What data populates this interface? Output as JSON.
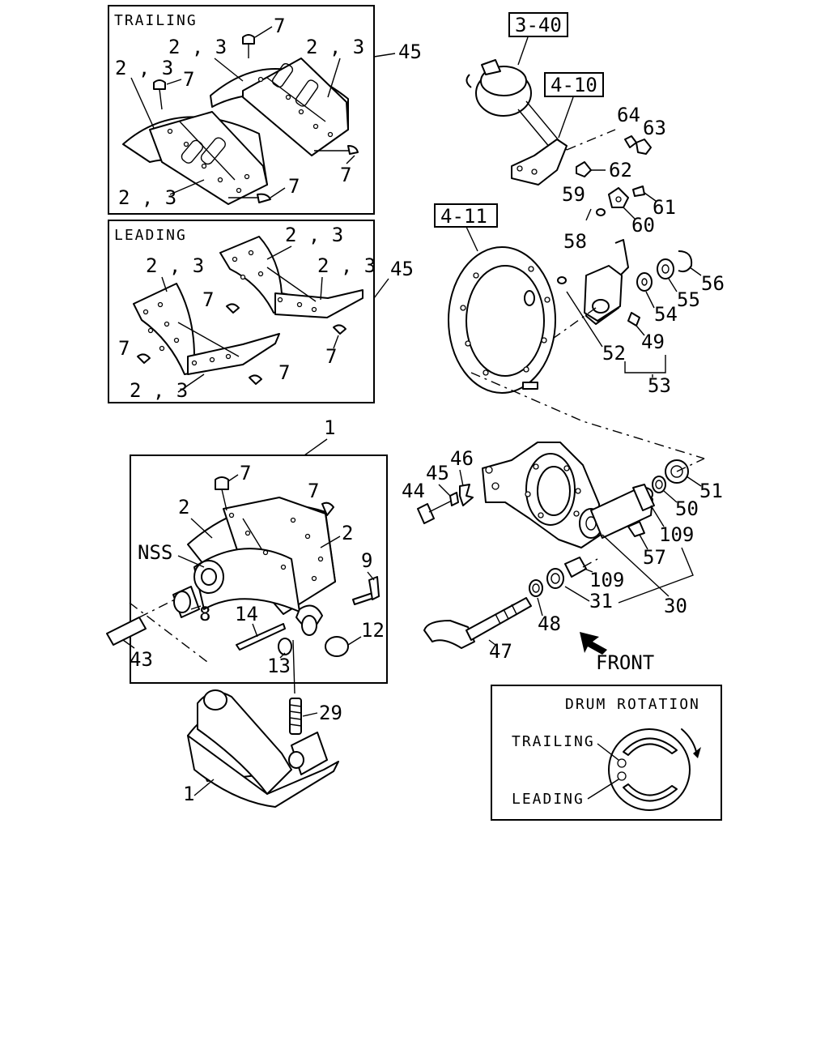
{
  "panels": {
    "trailing_title": "TRAILING",
    "leading_title": "LEADING",
    "drum_title": "DRUM ROTATION",
    "drum_trailing": "TRAILING",
    "drum_leading": "LEADING"
  },
  "refs": {
    "r3_40": "3-40",
    "r4_10": "4-10",
    "r4_11": "4-11"
  },
  "labels": {
    "front": "FRONT",
    "nss": "NSS",
    "p23": "2 , 3",
    "p45": "45",
    "p1": "1",
    "p2": "2",
    "p7": "7",
    "p8": "8",
    "p9": "9",
    "p12": "12",
    "p13": "13",
    "p14": "14",
    "p29": "29",
    "p30": "30",
    "p31": "31",
    "p43": "43",
    "p44": "44",
    "p46": "46",
    "p47": "47",
    "p48": "48",
    "p49": "49",
    "p50": "50",
    "p51": "51",
    "p52": "52",
    "p53": "53",
    "p54": "54",
    "p55": "55",
    "p56": "56",
    "p57": "57",
    "p58": "58",
    "p59": "59",
    "p60": "60",
    "p61": "61",
    "p62": "62",
    "p63": "63",
    "p64": "64",
    "p109": "109"
  }
}
